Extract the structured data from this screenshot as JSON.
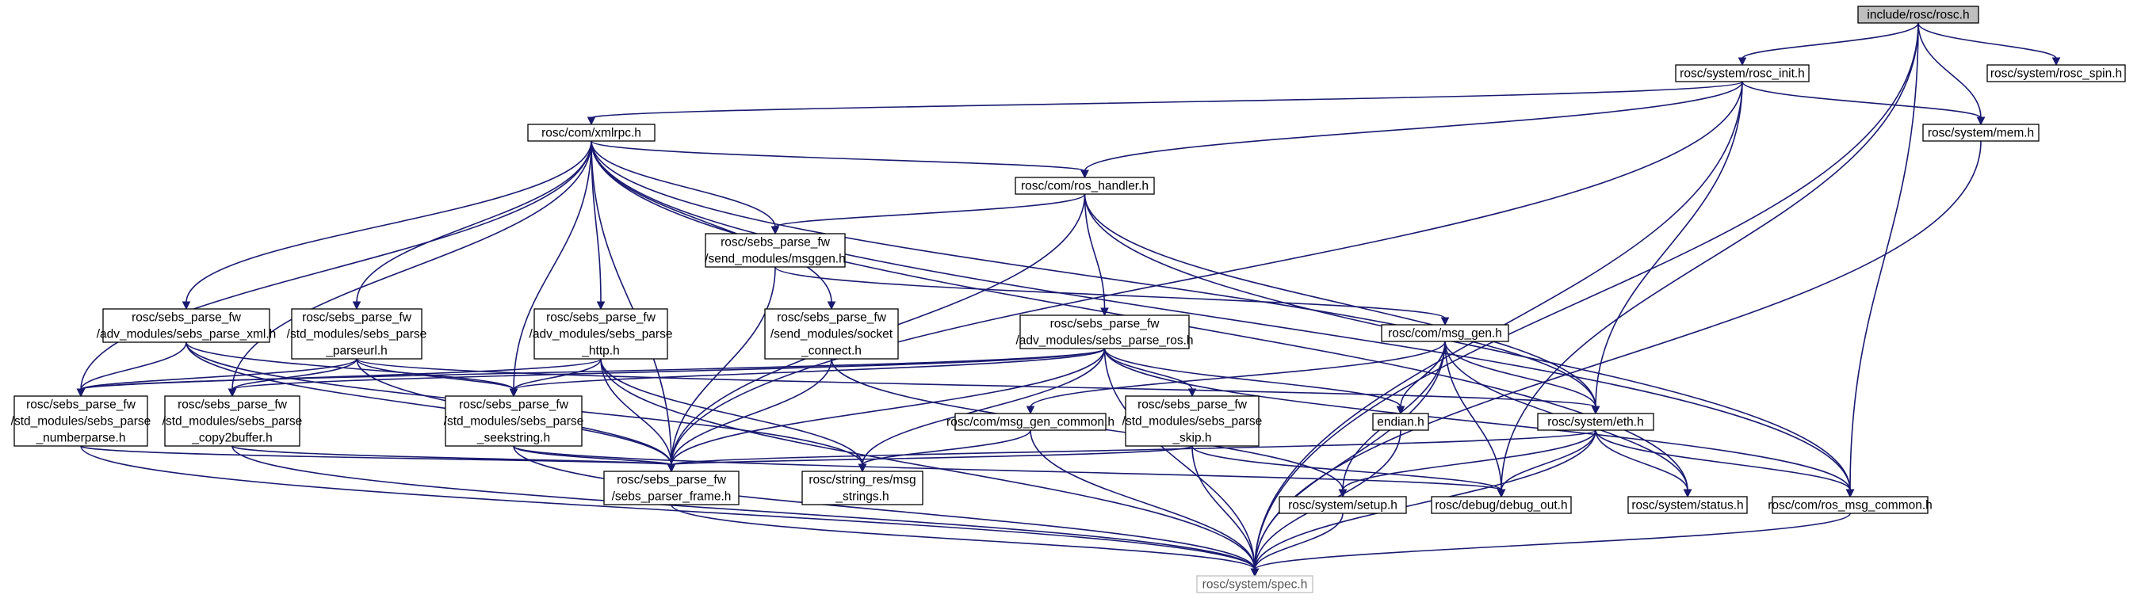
{
  "graph": {
    "nodes": [
      {
        "id": "rosc_h",
        "lines": [
          "include/rosc/rosc.h"
        ]
      },
      {
        "id": "rosc_init",
        "lines": [
          "rosc/system/rosc_init.h"
        ]
      },
      {
        "id": "rosc_spin",
        "lines": [
          "rosc/system/rosc_spin.h"
        ]
      },
      {
        "id": "mem",
        "lines": [
          "rosc/system/mem.h"
        ]
      },
      {
        "id": "xmlrpc",
        "lines": [
          "rosc/com/xmlrpc.h"
        ]
      },
      {
        "id": "ros_handler",
        "lines": [
          "rosc/com/ros_handler.h"
        ]
      },
      {
        "id": "msggen",
        "lines": [
          "rosc/sebs_parse_fw",
          "/send_modules/msggen.h"
        ]
      },
      {
        "id": "parse_xml",
        "lines": [
          "rosc/sebs_parse_fw",
          "/adv_modules/sebs_parse_xml.h"
        ]
      },
      {
        "id": "parseurl",
        "lines": [
          "rosc/sebs_parse_fw",
          "/std_modules/sebs_parse",
          "_parseurl.h"
        ]
      },
      {
        "id": "parse_http",
        "lines": [
          "rosc/sebs_parse_fw",
          "/adv_modules/sebs_parse",
          "_http.h"
        ]
      },
      {
        "id": "socket_connect",
        "lines": [
          "rosc/sebs_parse_fw",
          "/send_modules/socket",
          "_connect.h"
        ]
      },
      {
        "id": "parse_ros",
        "lines": [
          "rosc/sebs_parse_fw",
          "/adv_modules/sebs_parse_ros.h"
        ]
      },
      {
        "id": "msg_gen",
        "lines": [
          "rosc/com/msg_gen.h"
        ]
      },
      {
        "id": "numberparse",
        "lines": [
          "rosc/sebs_parse_fw",
          "/std_modules/sebs_parse",
          "_numberparse.h"
        ]
      },
      {
        "id": "copy2buffer",
        "lines": [
          "rosc/sebs_parse_fw",
          "/std_modules/sebs_parse",
          "_copy2buffer.h"
        ]
      },
      {
        "id": "seekstring",
        "lines": [
          "rosc/sebs_parse_fw",
          "/std_modules/sebs_parse",
          "_seekstring.h"
        ]
      },
      {
        "id": "msg_gen_common",
        "lines": [
          "rosc/com/msg_gen_common.h"
        ]
      },
      {
        "id": "parse_skip",
        "lines": [
          "rosc/sebs_parse_fw",
          "/std_modules/sebs_parse",
          "_skip.h"
        ]
      },
      {
        "id": "endian",
        "lines": [
          "endian.h"
        ]
      },
      {
        "id": "eth",
        "lines": [
          "rosc/system/eth.h"
        ]
      },
      {
        "id": "parser_frame",
        "lines": [
          "rosc/sebs_parse_fw",
          "/sebs_parser_frame.h"
        ]
      },
      {
        "id": "msg_strings",
        "lines": [
          "rosc/string_res/msg",
          "_strings.h"
        ]
      },
      {
        "id": "setup",
        "lines": [
          "rosc/system/setup.h"
        ]
      },
      {
        "id": "debug_out",
        "lines": [
          "rosc/debug/debug_out.h"
        ]
      },
      {
        "id": "status",
        "lines": [
          "rosc/system/status.h"
        ]
      },
      {
        "id": "ros_msg_common",
        "lines": [
          "rosc/com/ros_msg_common.h"
        ]
      },
      {
        "id": "spec",
        "lines": [
          "rosc/system/spec.h"
        ]
      }
    ],
    "edges": [
      [
        "rosc_h",
        "rosc_init"
      ],
      [
        "rosc_h",
        "rosc_spin"
      ],
      [
        "rosc_h",
        "mem"
      ],
      [
        "rosc_h",
        "debug_out"
      ],
      [
        "rosc_h",
        "ros_msg_common"
      ],
      [
        "rosc_h",
        "spec"
      ],
      [
        "rosc_init",
        "xmlrpc"
      ],
      [
        "rosc_init",
        "parser_frame"
      ],
      [
        "rosc_init",
        "mem"
      ],
      [
        "rosc_init",
        "ros_handler"
      ],
      [
        "rosc_init",
        "eth"
      ],
      [
        "rosc_init",
        "spec"
      ],
      [
        "mem",
        "spec"
      ],
      [
        "xmlrpc",
        "ros_handler"
      ],
      [
        "xmlrpc",
        "msggen"
      ],
      [
        "xmlrpc",
        "parse_xml"
      ],
      [
        "xmlrpc",
        "parseurl"
      ],
      [
        "xmlrpc",
        "parse_http"
      ],
      [
        "xmlrpc",
        "socket_connect"
      ],
      [
        "xmlrpc",
        "numberparse"
      ],
      [
        "xmlrpc",
        "copy2buffer"
      ],
      [
        "xmlrpc",
        "seekstring"
      ],
      [
        "xmlrpc",
        "parser_frame"
      ],
      [
        "xmlrpc",
        "eth"
      ],
      [
        "xmlrpc",
        "status"
      ],
      [
        "xmlrpc",
        "ros_msg_common"
      ],
      [
        "ros_handler",
        "msggen"
      ],
      [
        "ros_handler",
        "parse_ros"
      ],
      [
        "ros_handler",
        "parser_frame"
      ],
      [
        "ros_handler",
        "eth"
      ],
      [
        "ros_handler",
        "ros_msg_common"
      ],
      [
        "msggen",
        "msg_gen"
      ],
      [
        "msggen",
        "parser_frame"
      ],
      [
        "parse_xml",
        "numberparse"
      ],
      [
        "parse_xml",
        "seekstring"
      ],
      [
        "parse_xml",
        "parser_frame"
      ],
      [
        "parse_xml",
        "msg_strings"
      ],
      [
        "parseurl",
        "numberparse"
      ],
      [
        "parseurl",
        "copy2buffer"
      ],
      [
        "parseurl",
        "seekstring"
      ],
      [
        "parseurl",
        "parser_frame"
      ],
      [
        "parseurl",
        "eth"
      ],
      [
        "parse_http",
        "numberparse"
      ],
      [
        "parse_http",
        "seekstring"
      ],
      [
        "parse_http",
        "parser_frame"
      ],
      [
        "parse_http",
        "msg_strings"
      ],
      [
        "parse_http",
        "spec"
      ],
      [
        "socket_connect",
        "parser_frame"
      ],
      [
        "socket_connect",
        "setup"
      ],
      [
        "parse_ros",
        "numberparse"
      ],
      [
        "parse_ros",
        "copy2buffer"
      ],
      [
        "parse_ros",
        "seekstring"
      ],
      [
        "parse_ros",
        "parse_skip"
      ],
      [
        "parse_ros",
        "parser_frame"
      ],
      [
        "parse_ros",
        "msg_strings"
      ],
      [
        "parse_ros",
        "endian"
      ],
      [
        "parse_ros",
        "ros_msg_common"
      ],
      [
        "parse_ros",
        "spec"
      ],
      [
        "msg_gen",
        "msg_gen_common"
      ],
      [
        "msg_gen",
        "endian"
      ],
      [
        "msg_gen",
        "eth"
      ],
      [
        "msg_gen",
        "setup"
      ],
      [
        "msg_gen",
        "debug_out"
      ],
      [
        "msg_gen",
        "status"
      ],
      [
        "msg_gen",
        "spec"
      ],
      [
        "numberparse",
        "parser_frame"
      ],
      [
        "numberparse",
        "spec"
      ],
      [
        "copy2buffer",
        "parser_frame"
      ],
      [
        "copy2buffer",
        "spec"
      ],
      [
        "seekstring",
        "parser_frame"
      ],
      [
        "seekstring",
        "debug_out"
      ],
      [
        "seekstring",
        "spec"
      ],
      [
        "msg_gen_common",
        "msg_strings"
      ],
      [
        "msg_gen_common",
        "spec"
      ],
      [
        "parse_skip",
        "parser_frame"
      ],
      [
        "parse_skip",
        "debug_out"
      ],
      [
        "parse_skip",
        "spec"
      ],
      [
        "endian",
        "spec"
      ],
      [
        "eth",
        "parser_frame"
      ],
      [
        "eth",
        "setup"
      ],
      [
        "eth",
        "debug_out"
      ],
      [
        "eth",
        "status"
      ],
      [
        "eth",
        "ros_msg_common"
      ],
      [
        "eth",
        "spec"
      ],
      [
        "parser_frame",
        "spec"
      ],
      [
        "setup",
        "spec"
      ],
      [
        "ros_msg_common",
        "spec"
      ]
    ]
  },
  "colors": {
    "edge": "#191970",
    "root_fill": "#bfbfbf",
    "node_border": "#000000",
    "spec_border": "#bfbfbf"
  }
}
